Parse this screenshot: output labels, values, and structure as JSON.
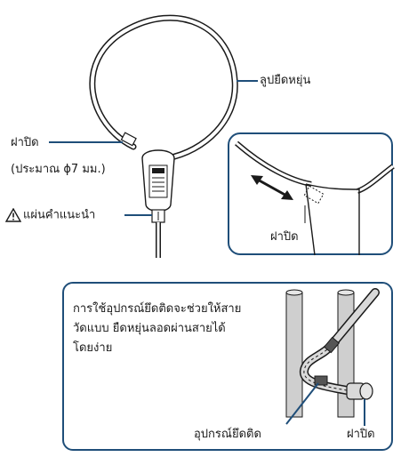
{
  "labels": {
    "loop": "ลูปยืดหยุ่น",
    "cap": "ฝาปิด",
    "cap_size": "(ประมาณ ϕ7 มม.)",
    "guide_plate": "แผ่นคำแนะนำ",
    "inset_cap": "ฝาปิด",
    "note_line1": "การใช้อุปกรณ์ยึดติดจะช่วยให้สาย",
    "note_line2": "วัดแบบ ยืดหยุ่นลอดผ่านสายได้",
    "note_line3": "โดยง่าย",
    "attachment": "อุปกรณ์ยึดติด",
    "bottom_cap": "ฝาปิด"
  },
  "colors": {
    "line": "#1a1a1a",
    "panel_border": "#1f4e79",
    "accent": "#1f4e79",
    "cable_fill": "#d9d9d9",
    "pole_fill": "#cfcfcf"
  },
  "icons": {
    "warning": "warning-triangle-icon",
    "double_arrow": "double-arrow-icon"
  }
}
